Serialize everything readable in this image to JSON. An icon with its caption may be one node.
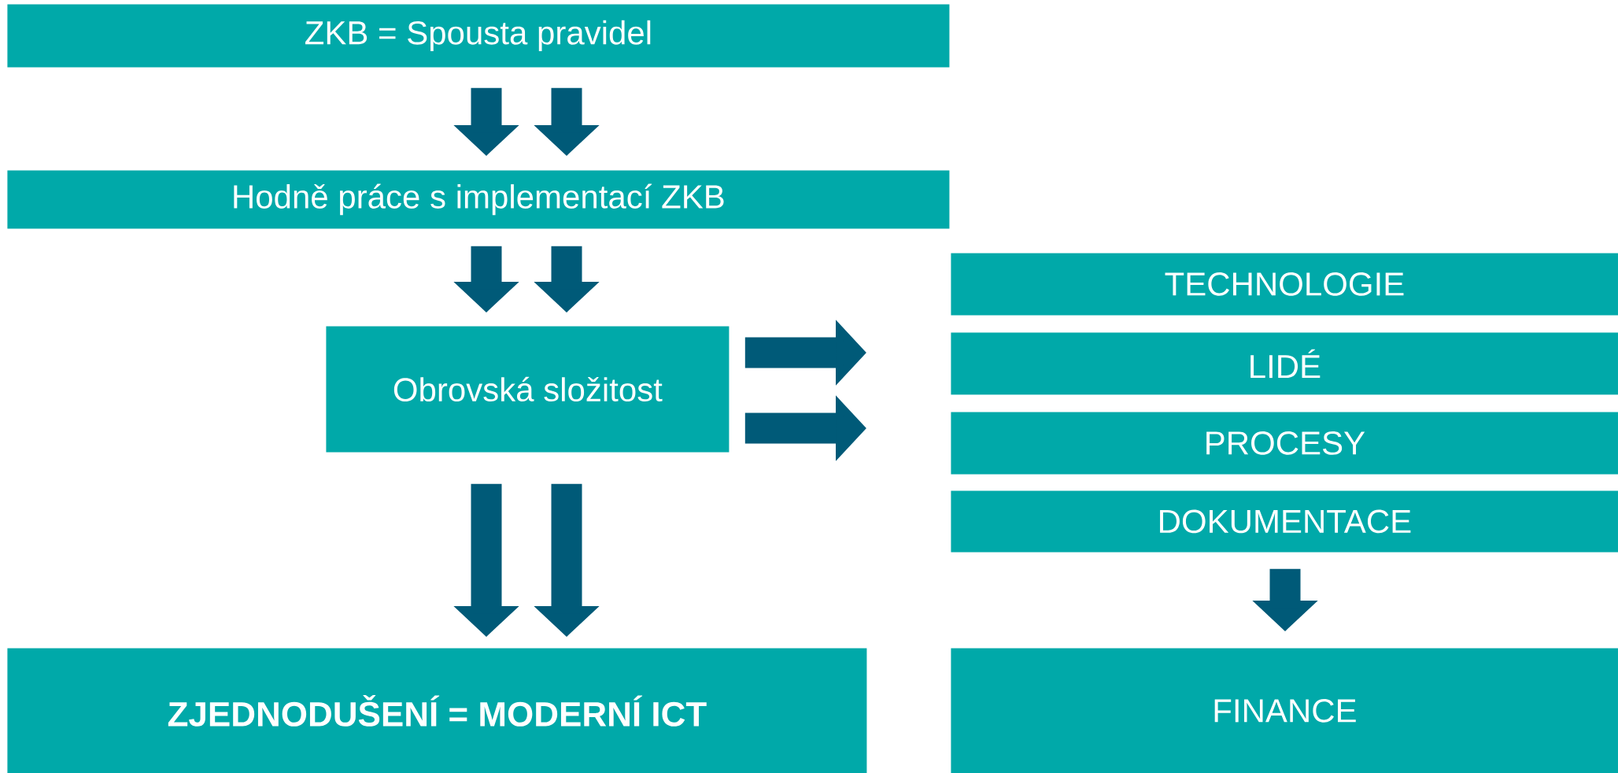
{
  "diagram": {
    "nodes": [
      {
        "text": [
          "ZKB = Spousta pravidel"
        ]
      },
      {
        "text": [
          "Hodně práce s implementací ZKB"
        ]
      },
      {
        "text": [
          "Obrovská složitost"
        ]
      },
      {
        "text": [
          "TECHNOLOGIE"
        ]
      },
      {
        "text": [
          "LIDÉ"
        ]
      },
      {
        "text": [
          "PROCESY"
        ]
      },
      {
        "text": [
          "DOKUMENTACE"
        ]
      },
      {
        "text": [
          "ZJEDNODUŠENÍ = MODERNÍ ICT"
        ]
      },
      {
        "text": [
          "FINANCE"
        ]
      }
    ],
    "edges": [
      {
        "from": 0,
        "to": 1,
        "arrow": "to"
      },
      {
        "from": 0,
        "to": 1,
        "arrow": "to"
      },
      {
        "from": 1,
        "to": 2,
        "arrow": "to"
      },
      {
        "from": 1,
        "to": 2,
        "arrow": "to"
      },
      {
        "from": 2,
        "to": 7,
        "arrow": "to"
      },
      {
        "from": 2,
        "to": 7,
        "arrow": "to"
      },
      {
        "from": 2,
        "to": 4,
        "arrow": "to"
      },
      {
        "from": 2,
        "to": 5,
        "arrow": "to"
      },
      {
        "from": 6,
        "to": 8,
        "arrow": "to"
      }
    ]
  }
}
